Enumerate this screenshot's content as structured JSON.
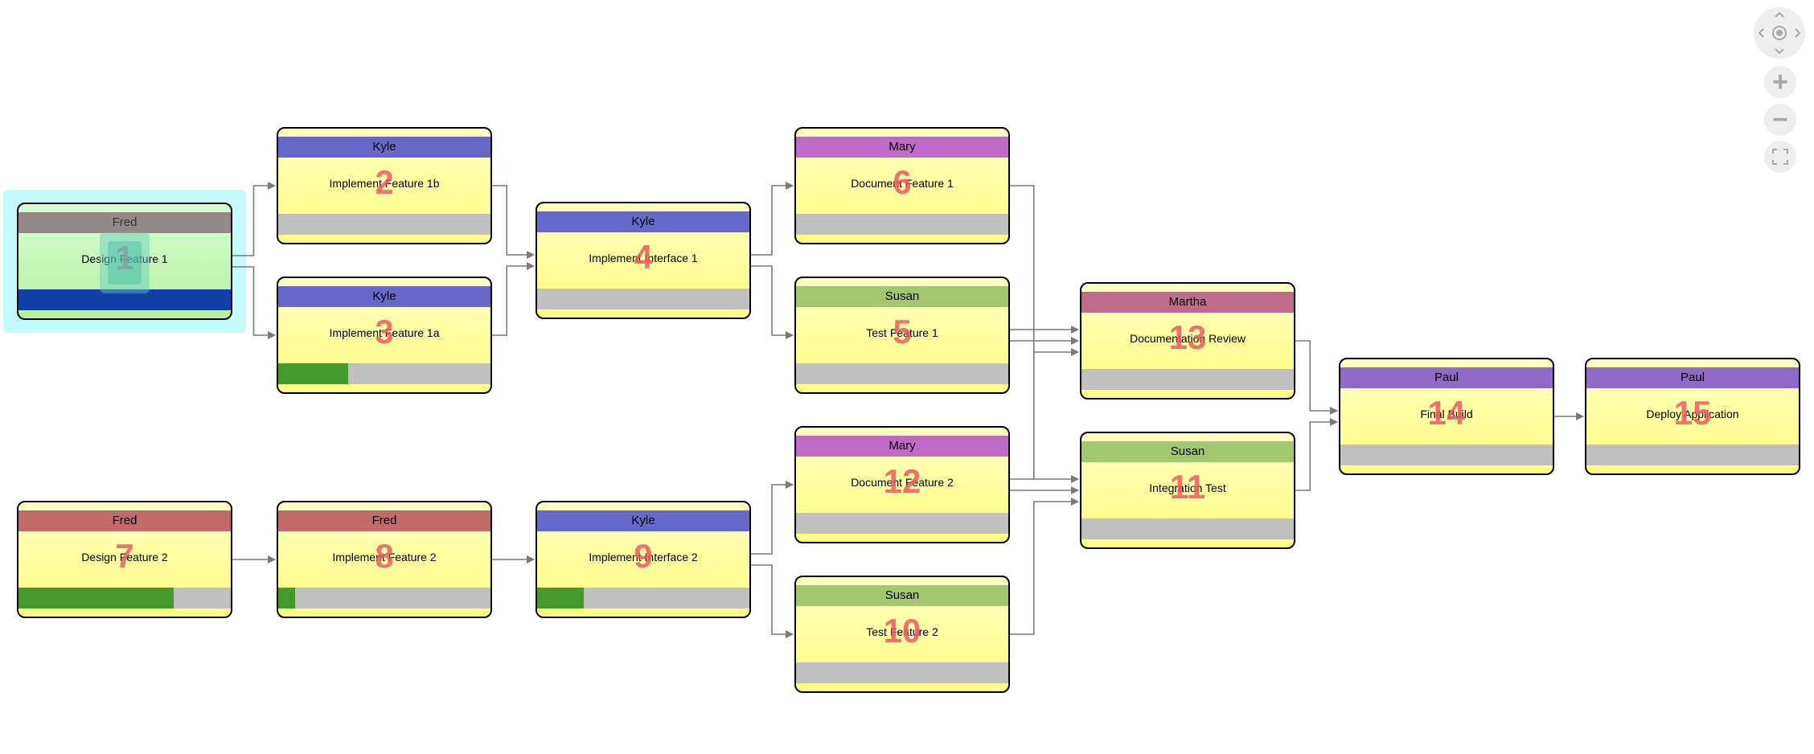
{
  "colors": {
    "kyle": "#6669c9",
    "mary": "#c06ac8",
    "susan": "#a1c86f",
    "martha": "#c06a8c",
    "paul": "#8f6ac8",
    "fred_selected": "#958888",
    "fred": "#c06a6a",
    "progress_done": "#449a2c",
    "progress_track": "#c0c0c0",
    "link": "#7a7a7a",
    "number": "#eb5a5f"
  },
  "tasks": [
    {
      "id": "1",
      "assignee": "Fred",
      "title": "Design Feature 1",
      "number": "1",
      "progress": 1.0,
      "color": "#958888",
      "selected": true
    },
    {
      "id": "2",
      "assignee": "Kyle",
      "title": "Implement Feature 1b",
      "number": "2",
      "progress": 0,
      "color": "#6669c9"
    },
    {
      "id": "3",
      "assignee": "Kyle",
      "title": "Implement Feature 1a",
      "number": "3",
      "progress": 0.33,
      "color": "#6669c9"
    },
    {
      "id": "4",
      "assignee": "Kyle",
      "title": "Implement Interface 1",
      "number": "4",
      "progress": 0,
      "color": "#6669c9"
    },
    {
      "id": "6",
      "assignee": "Mary",
      "title": "Document Feature 1",
      "number": "6",
      "progress": 0,
      "color": "#c06ac8"
    },
    {
      "id": "5",
      "assignee": "Susan",
      "title": "Test Feature 1",
      "number": "5",
      "progress": 0,
      "color": "#a1c86f"
    },
    {
      "id": "13",
      "assignee": "Martha",
      "title": "Documentation Review",
      "number": "13",
      "progress": 0,
      "color": "#c06a8c"
    },
    {
      "id": "14",
      "assignee": "Paul",
      "title": "Final Build",
      "number": "14",
      "progress": 0,
      "color": "#8f6ac8"
    },
    {
      "id": "15",
      "assignee": "Paul",
      "title": "Deploy Application",
      "number": "15",
      "progress": 0,
      "color": "#8f6ac8"
    },
    {
      "id": "12",
      "assignee": "Mary",
      "title": "Document Feature 2",
      "number": "12",
      "progress": 0,
      "color": "#c06ac8"
    },
    {
      "id": "11",
      "assignee": "Susan",
      "title": "Integration Test",
      "number": "11",
      "progress": 0,
      "color": "#a1c86f"
    },
    {
      "id": "7",
      "assignee": "Fred",
      "title": "Design Feature 2",
      "number": "7",
      "progress": 0.73,
      "color": "#c06a6a"
    },
    {
      "id": "8",
      "assignee": "Fred",
      "title": "Implement Feature 2",
      "number": "8",
      "progress": 0.08,
      "color": "#c06a6a"
    },
    {
      "id": "9",
      "assignee": "Kyle",
      "title": "Implement Interface 2",
      "number": "9",
      "progress": 0.22,
      "color": "#6669c9"
    },
    {
      "id": "10",
      "assignee": "Susan",
      "title": "Test Feature 2",
      "number": "10",
      "progress": 0,
      "color": "#a1c86f"
    }
  ],
  "links": [
    [
      "1",
      "2"
    ],
    [
      "1",
      "3"
    ],
    [
      "2",
      "4"
    ],
    [
      "3",
      "4"
    ],
    [
      "4",
      "6"
    ],
    [
      "4",
      "5"
    ],
    [
      "6",
      "13"
    ],
    [
      "5",
      "13"
    ],
    [
      "5",
      "11"
    ],
    [
      "12",
      "13"
    ],
    [
      "12",
      "11"
    ],
    [
      "10",
      "11"
    ],
    [
      "13",
      "14"
    ],
    [
      "11",
      "14"
    ],
    [
      "14",
      "15"
    ],
    [
      "7",
      "8"
    ],
    [
      "8",
      "9"
    ],
    [
      "9",
      "12"
    ],
    [
      "9",
      "10"
    ]
  ],
  "controls": {
    "nav": "navigation-pad",
    "zoom_in": "+",
    "zoom_out": "−",
    "fit": "fit-to-screen"
  }
}
